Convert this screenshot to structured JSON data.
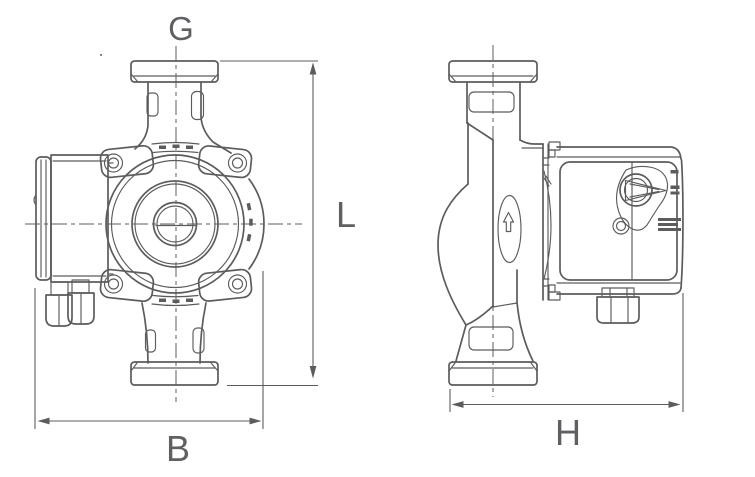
{
  "dimension_labels": {
    "g": "G",
    "l": "L",
    "b": "B",
    "h": "H"
  },
  "colors": {
    "line": "#5b5c5e",
    "label": "#5e6063",
    "background": "#ffffff"
  },
  "icons": {
    "flow_direction_arrow": "⇧",
    "speed_selector_knob": "rotary-dial",
    "screw_slot": "—"
  }
}
